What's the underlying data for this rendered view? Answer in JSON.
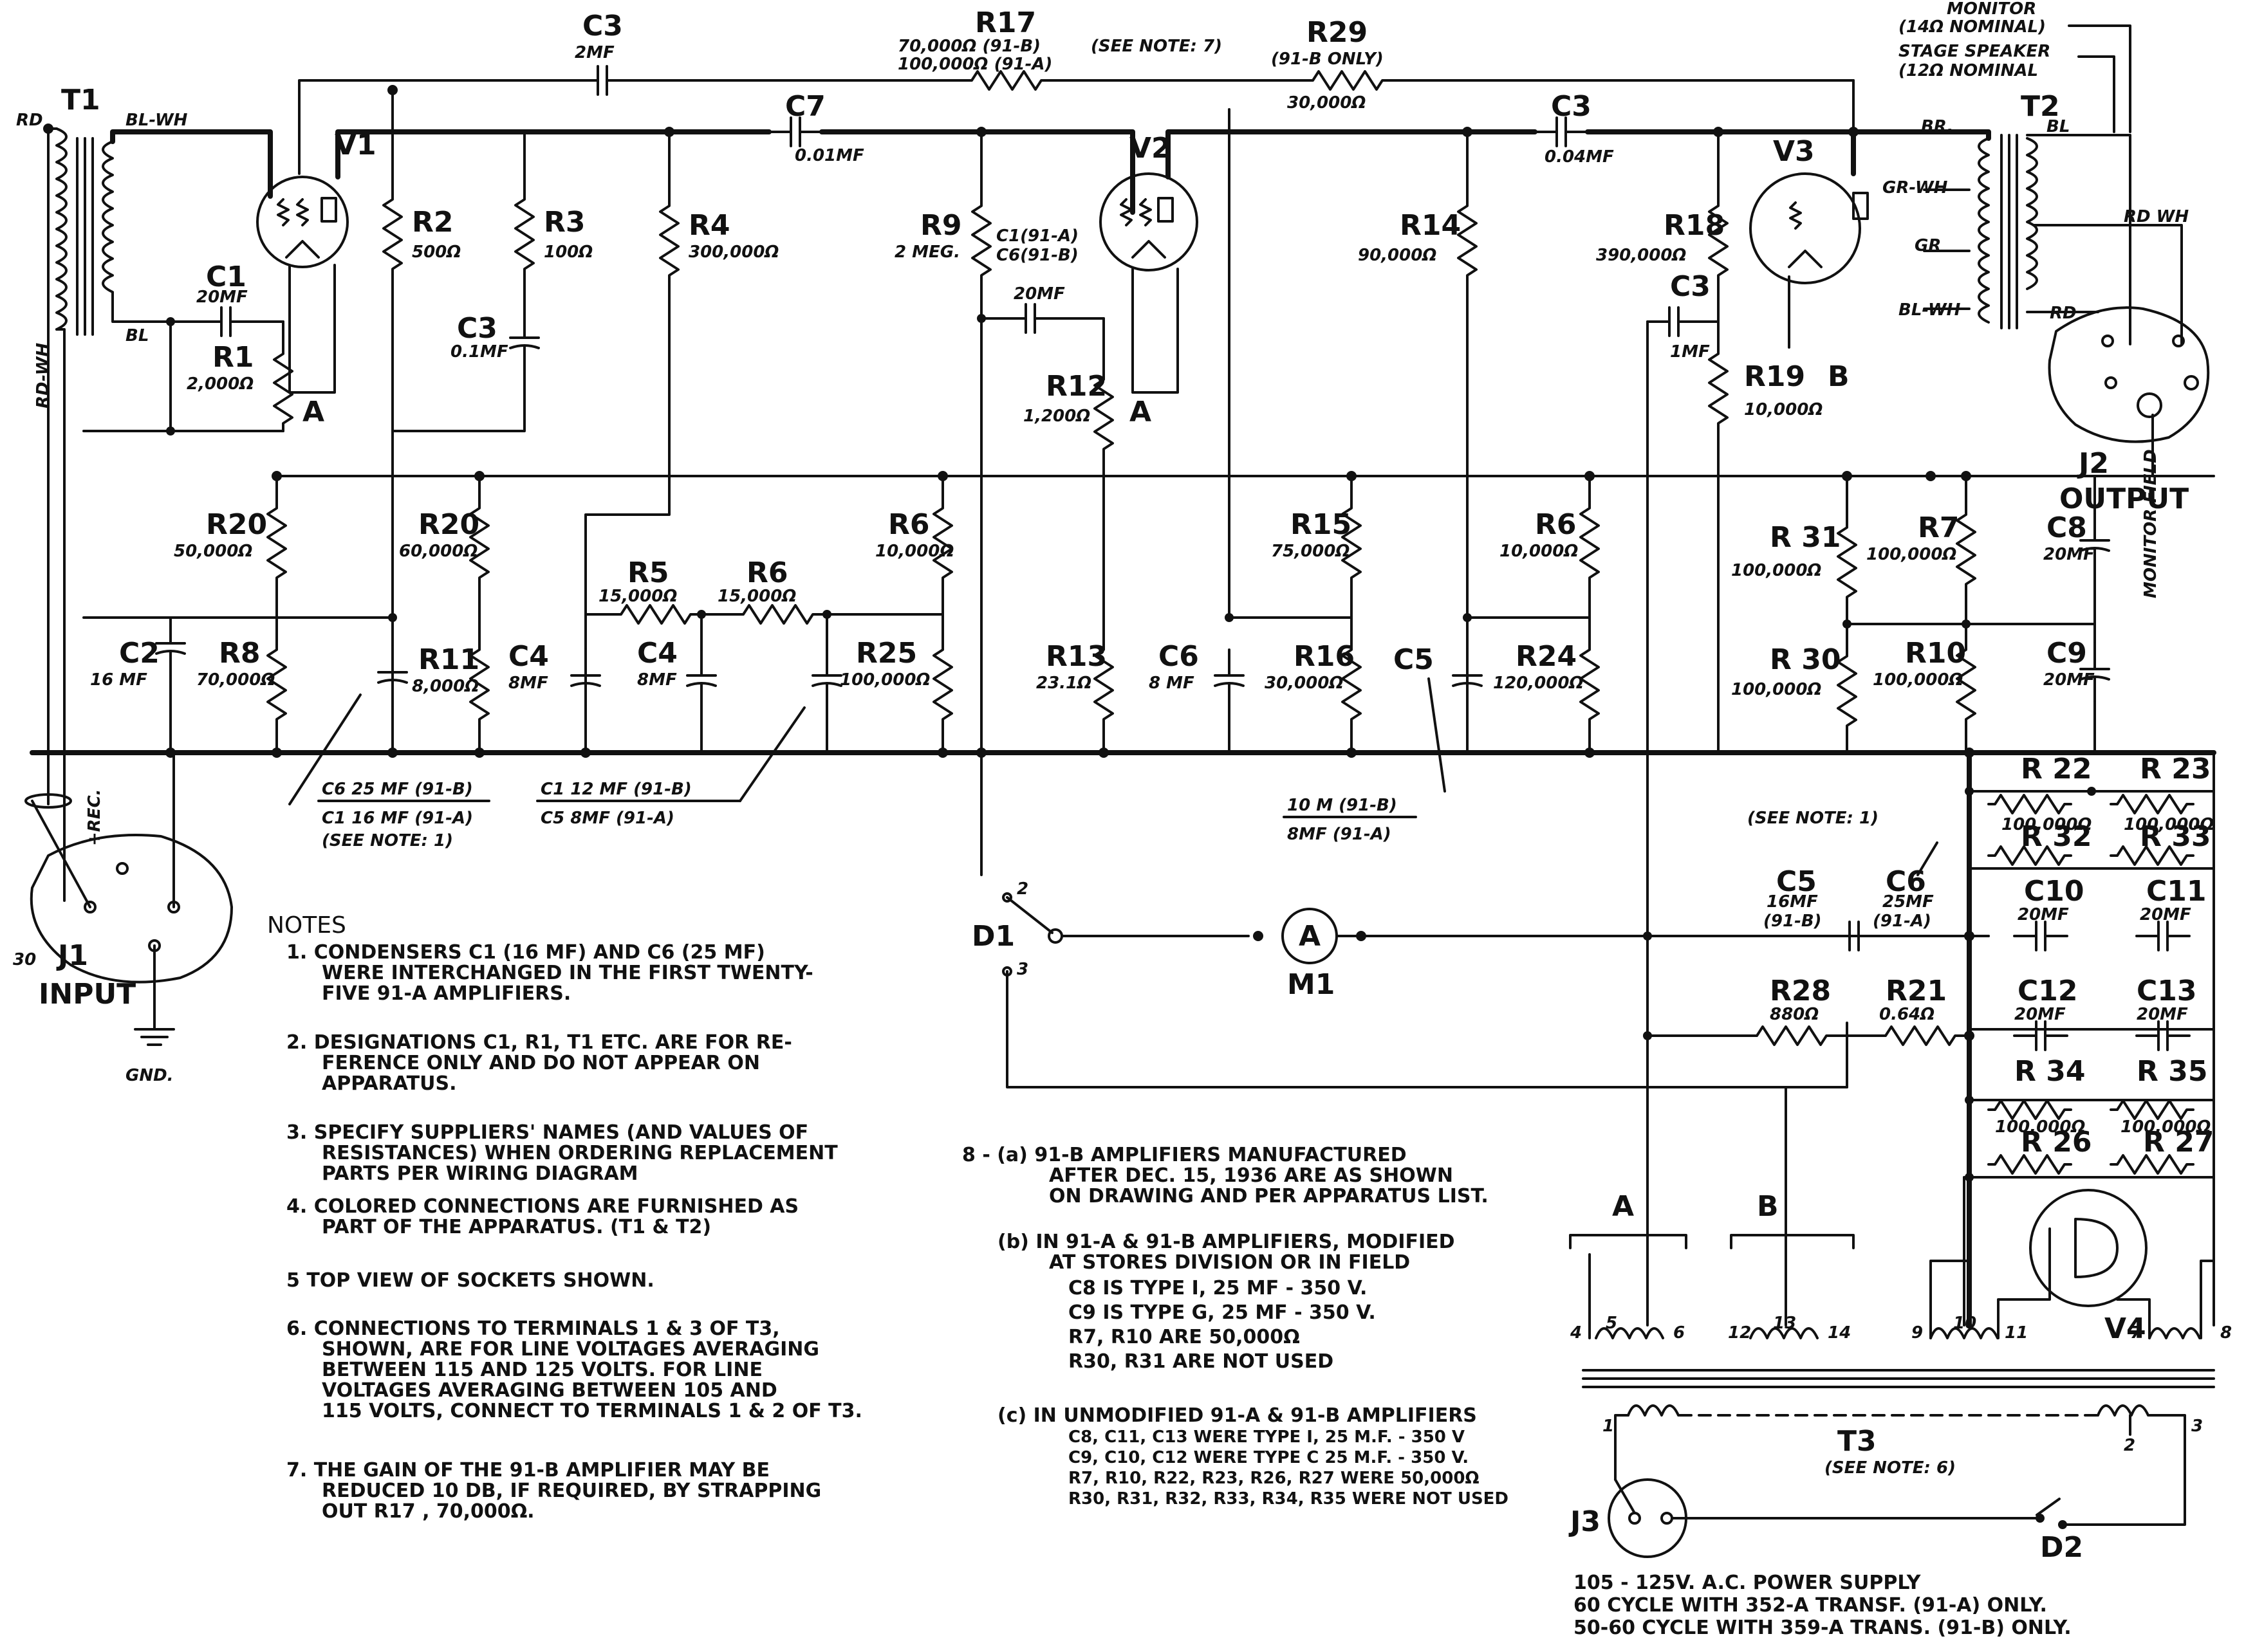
{
  "title": {
    "monitor": "MONITOR",
    "monitor_nominal": "(14Ω NOMINAL)",
    "stage": "STAGE SPEAKER",
    "stage_nominal": "(12Ω NOMINAL"
  },
  "t1": {
    "name": "T1",
    "rd": "RD",
    "blwh": "BL-WH",
    "bl": "BL",
    "rdwh": "RD-WH"
  },
  "t2": {
    "name": "T2",
    "br": "BR.",
    "grwh": "GR-WH",
    "gr": "GR",
    "blwh": "BL-WH",
    "bl": "BL",
    "rdwh": "RD WH",
    "rd": "RD"
  },
  "tubes": {
    "v1": "V1",
    "v2": "V2",
    "v3": "V3",
    "v4": "V4",
    "a1": "A",
    "a2": "A",
    "b": "B"
  },
  "caps": {
    "c3_top": "C3",
    "c3_top_v": "2MF",
    "c7": "C7",
    "c7_v": "0.01MF",
    "c3_mid": "C3",
    "c3_mid_v": "0.04MF",
    "c1": "C1",
    "c1_v": "20MF",
    "c3_r3": "C3",
    "c3_r3_v": "0.1MF",
    "c1_v2": "C1(91-A)",
    "c6_v2": "C6(91-B)",
    "c_v2_v": "20MF",
    "c3_v3": "C3",
    "c3_v3_v": "1MF",
    "c2": "C2",
    "c2_v": "16 MF",
    "c4a": "C4",
    "c4a_v": "8MF",
    "c4b": "C4",
    "c4b_v": "8MF",
    "c6": "C6",
    "c6_v": "8 MF",
    "c5": "C5",
    "c8": "C8",
    "c8_v": "20MF",
    "c9": "C9",
    "c9_v": "20MF",
    "c10": "C10",
    "c10_v": "20MF",
    "c11": "C11",
    "c11_v": "20MF",
    "c12": "C12",
    "c12_v": "20MF",
    "c13": "C13",
    "c13_v": "20MF",
    "c5r": "C5",
    "c5r_v1": "16MF",
    "c5r_v2": "(91-B)",
    "c6r": "C6",
    "c6r_v1": "25MF",
    "c6r_v2": "(91-A)"
  },
  "res": {
    "r17": "R17",
    "r17_v1": "70,000Ω (91-B)",
    "r17_v2": "100,000Ω (91-A)",
    "r17_note": "(SEE NOTE: 7)",
    "r29": "R29",
    "r29_note": "(91-B ONLY)",
    "r29_v": "30,000Ω",
    "r1": "R1",
    "r1_v": "2,000Ω",
    "r2": "R2",
    "r2_v": "500Ω",
    "r3": "R3",
    "r3_v": "100Ω",
    "r4": "R4",
    "r4_v": "300,000Ω",
    "r9": "R9",
    "r9_v": "2 MEG.",
    "r12": "R12",
    "r12_v": "1,200Ω",
    "r14": "R14",
    "r14_v": "90,000Ω",
    "r18": "R18",
    "r18_v": "390,000Ω",
    "r19": "R19",
    "r19_v": "10,000Ω",
    "r20a": "R20",
    "r20a_v": "50,000Ω",
    "r20b": "R20",
    "r20b_v": "60,000Ω",
    "r8": "R8",
    "r8_v": "70,000Ω",
    "r11": "R11",
    "r11_v": "8,000Ω",
    "r5": "R5",
    "r5_v": "15,000Ω",
    "r6a": "R6",
    "r6a_v": "15,000Ω",
    "r6b": "R6",
    "r6b_v": "10,000Ω",
    "r25": "R25",
    "r25_v": "100,000Ω",
    "r13": "R13",
    "r13_v": "23.1Ω",
    "r15": "R15",
    "r15_v": "75,000Ω",
    "r16": "R16",
    "r16_v": "30,000Ω",
    "r6c": "R6",
    "r6c_v": "10,000Ω",
    "r24": "R24",
    "r24_v": "120,000Ω",
    "r31": "R 31",
    "r31_v": "100,000Ω",
    "r7": "R7",
    "r7_v": "100,000Ω",
    "r30": "R 30",
    "r30_v": "100,000Ω",
    "r10": "R10",
    "r10_v": "100,000Ω",
    "r22": "R 22",
    "r22_v": "100,000Ω",
    "r23": "R 23",
    "r23_v": "100,000Ω",
    "r32": "R 32",
    "r33": "R 33",
    "r28": "R28",
    "r28_v": "880Ω",
    "r21": "R21",
    "r21_v": "0.64Ω",
    "r34": "R 34",
    "r34_v": "100,000Ω",
    "r35": "R 35",
    "r35_v": "100,000Ω",
    "r26": "R 26",
    "r27": "R 27"
  },
  "callouts": {
    "c6c1_a": "C6 25 MF (91-B)",
    "c6c1_b": "C1 16 MF (91-A)",
    "c6c1_c": "(SEE NOTE: 1)",
    "c1c5_a": "C1 12 MF (91-B)",
    "c1c5_b": "C5 8MF (91-A)",
    "c5_a": "10 M (91-B)",
    "c5_b": "8MF (91-A)",
    "see_note1": "(SEE NOTE: 1)"
  },
  "jacks": {
    "j1": "J1",
    "j1_label": "INPUT",
    "j1_30": "30",
    "gnd": "GND.",
    "prec": "+REC.",
    "j2": "J2",
    "j2_label": "OUTPUT",
    "monitor_field": "MONITOR FIELD",
    "j3": "J3",
    "d1": "D1",
    "d1_2": "2",
    "d1_3": "3",
    "d2": "D2",
    "m1": "M1",
    "meter": "A"
  },
  "t3": {
    "name": "T3",
    "note": "(SEE NOTE: 6)",
    "a": "A",
    "b": "B",
    "pins": [
      "4",
      "5",
      "6",
      "12",
      "13",
      "14",
      "9",
      "10",
      "11",
      "7",
      "8"
    ],
    "p1": "1",
    "p2": "2",
    "p3": "3"
  },
  "supply": [
    "105 - 125V. A.C. POWER SUPPLY",
    "60 CYCLE WITH 352-A TRANSF. (91-A) ONLY.",
    "50-60 CYCLE WITH 359-A TRANS. (91-B) ONLY."
  ],
  "notes": {
    "heading": "NOTES",
    "n1": [
      "1.  CONDENSERS   C1 (16 MF) AND  C6 (25 MF)",
      "WERE INTERCHANGED IN THE FIRST TWENTY-",
      "FIVE 91-A AMPLIFIERS."
    ],
    "n2": [
      "2.  DESIGNATIONS C1, R1, T1 ETC. ARE FOR RE-",
      "FERENCE ONLY AND DO NOT APPEAR ON",
      "APPARATUS."
    ],
    "n3": [
      "3.  SPECIFY SUPPLIERS' NAMES (AND VALUES OF",
      "RESISTANCES) WHEN ORDERING REPLACEMENT",
      "PARTS PER WIRING DIAGRAM"
    ],
    "n4": [
      "4.  COLORED CONNECTIONS ARE FURNISHED AS",
      "PART OF THE APPARATUS. (T1 & T2)"
    ],
    "n5": [
      "5  TOP VIEW OF SOCKETS SHOWN."
    ],
    "n6": [
      "6.  CONNECTIONS TO TERMINALS 1 & 3 OF T3,",
      "SHOWN, ARE FOR LINE VOLTAGES AVERAGING",
      "BETWEEN 115 AND 125 VOLTS.  FOR LINE",
      "VOLTAGES AVERAGING BETWEEN 105 AND",
      "115 VOLTS, CONNECT TO TERMINALS 1 & 2 OF T3."
    ],
    "n7": [
      "7.  THE GAIN OF THE 91-B AMPLIFIER MAY BE",
      "REDUCED 10 DB, IF REQUIRED, BY STRAPPING",
      "OUT  R17 , 70,000Ω."
    ],
    "n8a": [
      "8 - (a)  91-B AMPLIFIERS MANUFACTURED",
      "AFTER DEC. 15, 1936 ARE AS SHOWN",
      "ON DRAWING AND PER APPARATUS LIST."
    ],
    "n8b": [
      "(b)  IN 91-A & 91-B AMPLIFIERS, MODIFIED",
      "AT STORES DIVISION OR IN FIELD",
      "C8 IS TYPE I,  25 MF - 350 V.",
      "C9 IS TYPE G,  25 MF - 350 V.",
      "R7, R10 ARE  50,000Ω",
      "R30, R31 ARE NOT USED"
    ],
    "n8c": [
      "(c)  IN UNMODIFIED 91-A & 91-B AMPLIFIERS",
      "C8, C11, C13 WERE TYPE I, 25 M.F. - 350 V",
      "C9, C10, C12 WERE TYPE C  25 M.F. - 350 V.",
      "R7, R10, R22, R23, R26, R27 WERE 50,000Ω",
      "R30, R31, R32, R33, R34, R35 WERE NOT USED"
    ]
  }
}
